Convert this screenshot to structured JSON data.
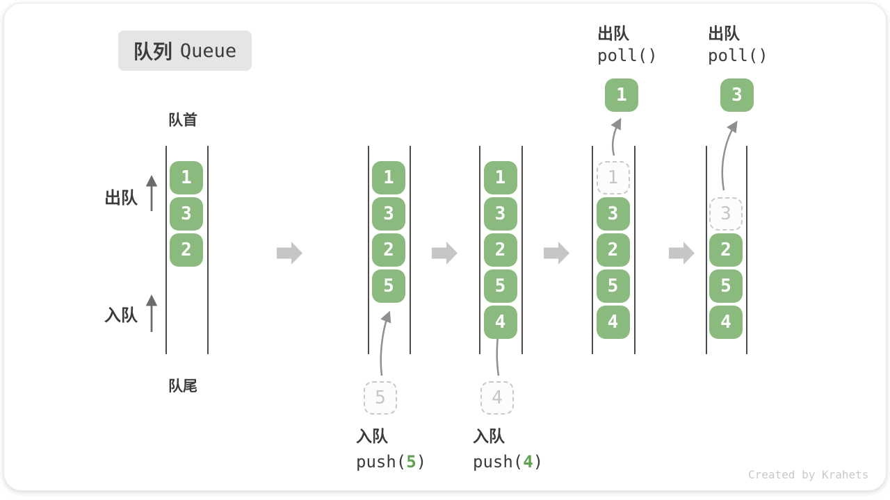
{
  "title": {
    "zh": "队列",
    "en": "Queue"
  },
  "side_labels": {
    "front": "队首",
    "rear": "队尾",
    "dequeue": "出队",
    "enqueue": "入队"
  },
  "columns": [
    {
      "name": "initial-state",
      "boxes": [
        {
          "value": "1",
          "row": 0
        },
        {
          "value": "3",
          "row": 1
        },
        {
          "value": "2",
          "row": 2
        }
      ]
    },
    {
      "name": "after-push-5",
      "boxes": [
        {
          "value": "1",
          "row": 0
        },
        {
          "value": "3",
          "row": 1
        },
        {
          "value": "2",
          "row": 2
        },
        {
          "value": "5",
          "row": 3
        }
      ]
    },
    {
      "name": "after-push-4",
      "boxes": [
        {
          "value": "1",
          "row": 0
        },
        {
          "value": "3",
          "row": 1
        },
        {
          "value": "2",
          "row": 2
        },
        {
          "value": "5",
          "row": 3
        },
        {
          "value": "4",
          "row": 4
        }
      ]
    },
    {
      "name": "poll-first",
      "boxes": [
        {
          "value": "1",
          "row": 0,
          "ghost": true
        },
        {
          "value": "3",
          "row": 1
        },
        {
          "value": "2",
          "row": 2
        },
        {
          "value": "5",
          "row": 3
        },
        {
          "value": "4",
          "row": 4
        }
      ]
    },
    {
      "name": "poll-second",
      "boxes": [
        {
          "value": "3",
          "row": 1,
          "ghost": true
        },
        {
          "value": "2",
          "row": 2
        },
        {
          "value": "5",
          "row": 3
        },
        {
          "value": "4",
          "row": 4
        }
      ]
    }
  ],
  "operations": {
    "enqueue5": {
      "label": "入队",
      "code_open": "push(",
      "arg": "5",
      "code_close": ")",
      "ghost_value": "5"
    },
    "enqueue4": {
      "label": "入队",
      "code_open": "push(",
      "arg": "4",
      "code_close": ")",
      "ghost_value": "4"
    },
    "poll1": {
      "label": "出队",
      "code": "poll()",
      "result_value": "1"
    },
    "poll3": {
      "label": "出队",
      "code": "poll()",
      "result_value": "3"
    }
  },
  "watermark": "Created by Krahets",
  "colors": {
    "box_green": "#8aba7d",
    "arg_green": "#5ea24c",
    "block_arrow_gray": "#c6c6c6",
    "curve_arrow_gray": "#8f8f8f",
    "label_arrow_gray": "#6b6b6b",
    "ghost_gray": "#c5c5c5",
    "ghost_border": "#c9c9c9",
    "text_dark": "#3b3b3b",
    "wall_gray": "#4c4c4c",
    "badge_bg": "#e5e5e5",
    "watermark_gray": "#c9c9c9"
  }
}
